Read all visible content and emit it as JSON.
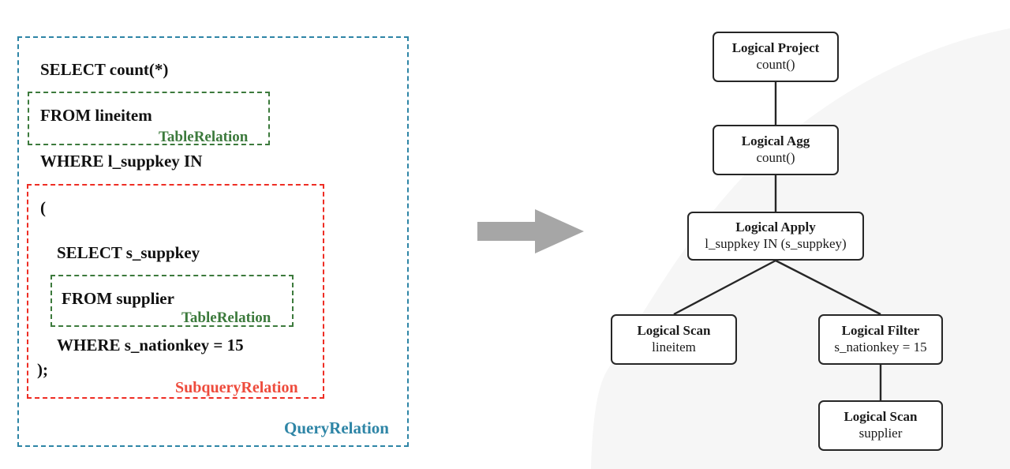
{
  "sql": {
    "lines": [
      "SELECT count(*)",
      "FROM lineitem",
      "WHERE l_suppkey IN",
      "(",
      "SELECT s_suppkey",
      "FROM supplier",
      "WHERE s_nationkey = 15",
      ");"
    ],
    "annotations": {
      "query_relation": "QueryRelation",
      "table_relation_1": "TableRelation",
      "table_relation_2": "TableRelation",
      "subquery_relation": "SubqueryRelation"
    }
  },
  "colors": {
    "query_relation": "#2E85A6",
    "table_relation": "#3C7A3C",
    "subquery_relation": "#EE4B3C",
    "arrow": "#A6A6A6",
    "node_border": "#262626",
    "backdrop": "#F6F6F6"
  },
  "arrow": {
    "direction": "right",
    "name": "transformation-arrow"
  },
  "plan": {
    "nodes": [
      {
        "id": "logical-project",
        "title": "Logical Project",
        "sub": "count()"
      },
      {
        "id": "logical-agg",
        "title": "Logical Agg",
        "sub": "count()"
      },
      {
        "id": "logical-apply",
        "title": "Logical Apply",
        "sub": "l_suppkey IN (s_suppkey)"
      },
      {
        "id": "logical-scan-lineitem",
        "title": "Logical Scan",
        "sub": "lineitem"
      },
      {
        "id": "logical-filter",
        "title": "Logical Filter",
        "sub": "s_nationkey = 15"
      },
      {
        "id": "logical-scan-supplier",
        "title": "Logical Scan",
        "sub": "supplier"
      }
    ],
    "edges": [
      {
        "from": "logical-project",
        "to": "logical-agg"
      },
      {
        "from": "logical-agg",
        "to": "logical-apply"
      },
      {
        "from": "logical-apply",
        "to": "logical-scan-lineitem"
      },
      {
        "from": "logical-apply",
        "to": "logical-filter"
      },
      {
        "from": "logical-filter",
        "to": "logical-scan-supplier"
      }
    ]
  }
}
